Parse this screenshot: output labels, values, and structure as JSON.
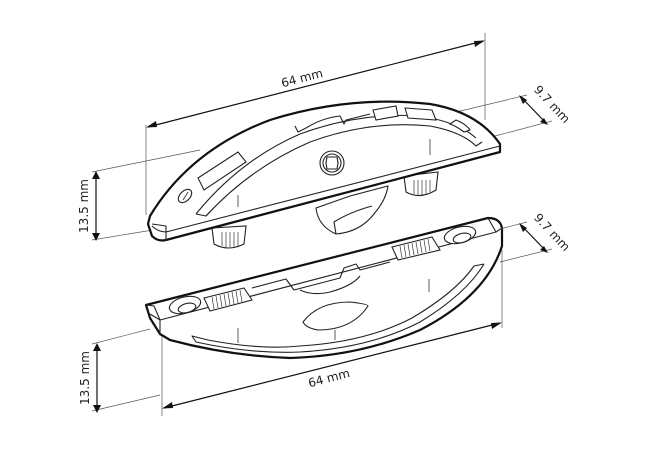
{
  "diagram": {
    "type": "technical-product-drawing",
    "subject": "two-part connector fitting (upper cam part and lower base part) shown in exploded isometric view",
    "colors": {
      "background": "#ffffff",
      "line": "#111111",
      "extension_line": "#555555"
    },
    "dimensions": {
      "upper_length": "64 mm",
      "upper_width": "9.7 mm",
      "upper_height": "13.5 mm",
      "lower_length": "64 mm",
      "lower_width": "9.7 mm",
      "lower_height": "13.5 mm"
    },
    "parts": [
      {
        "name": "upper-part",
        "features": [
          "hex socket",
          "screw hole",
          "slots",
          "threaded dowel pins",
          "cam"
        ]
      },
      {
        "name": "lower-part",
        "features": [
          "countersunk holes",
          "threaded channels",
          "lens-shaped recess",
          "curved rim"
        ]
      }
    ]
  }
}
